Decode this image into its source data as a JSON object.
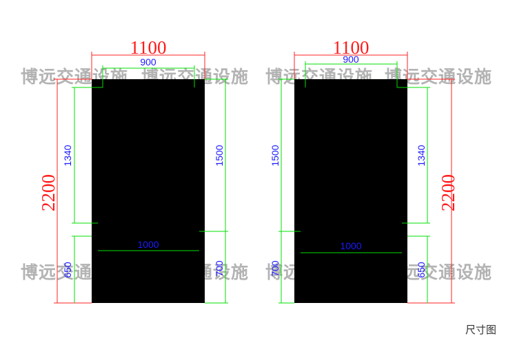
{
  "watermark": "博远交通设施",
  "caption": "尺寸图",
  "colors": {
    "overall_dim": "#ff2020",
    "dim_line": "#00e000",
    "dim_text": "#1a1aff",
    "frame": "#333333"
  },
  "left_view": {
    "overall_width": "1100",
    "glass_width": "900",
    "overall_height": "2200",
    "glass_height": "1340",
    "base_height": "650",
    "upper_height": "1500",
    "lower_height": "700",
    "base_width": "1000"
  },
  "right_view": {
    "overall_width": "1100",
    "glass_width": "900",
    "overall_height": "2200",
    "glass_height": "1340",
    "base_height": "650",
    "upper_height": "1500",
    "lower_height": "700",
    "base_width": "1000"
  }
}
